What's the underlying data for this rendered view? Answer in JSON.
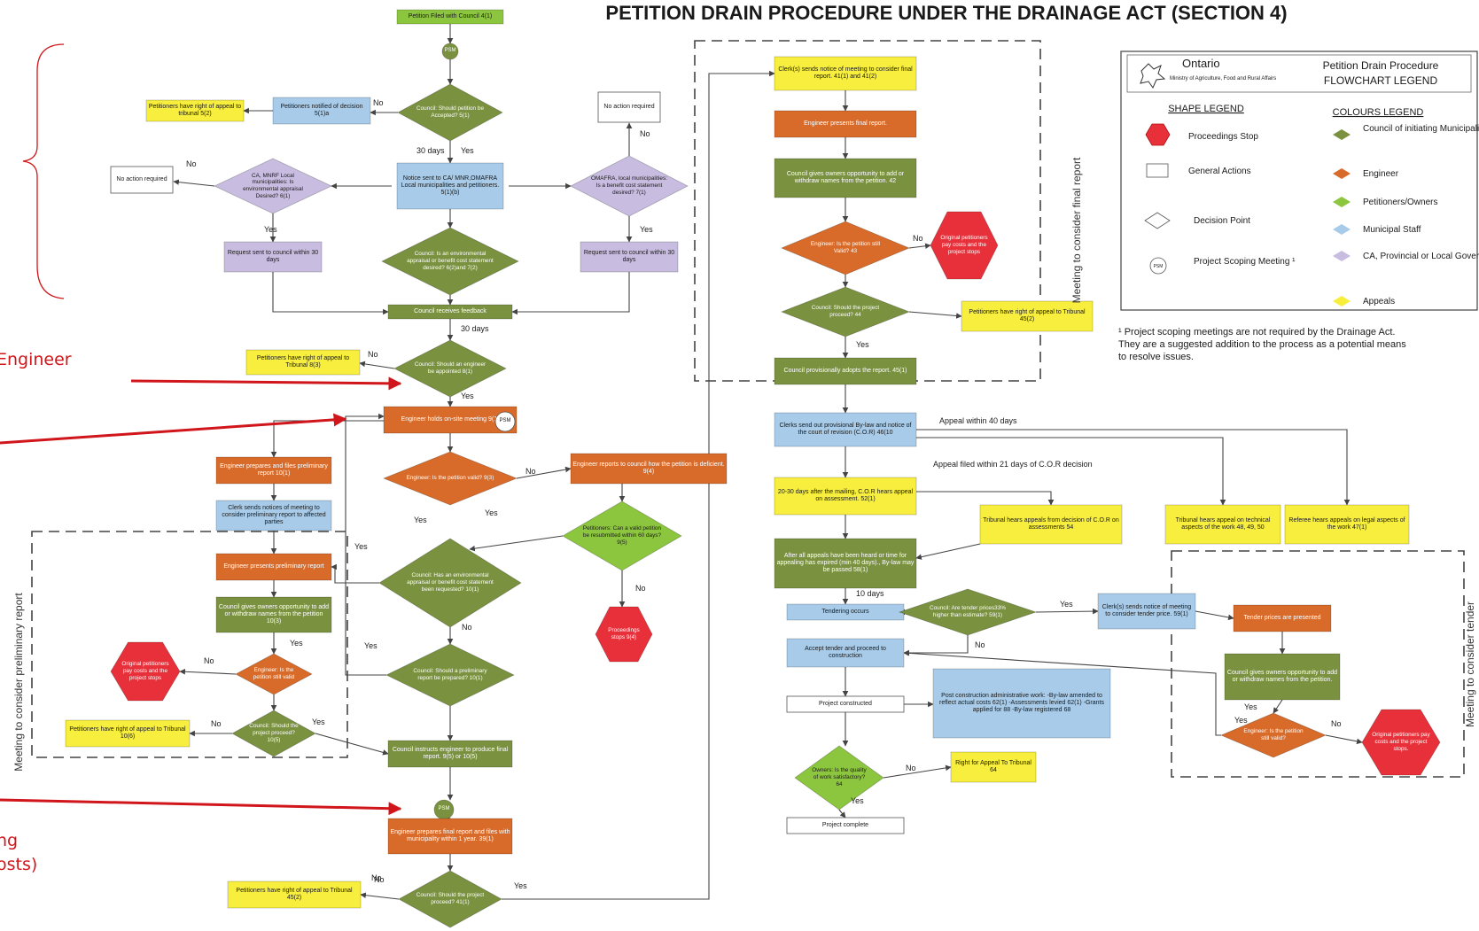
{
  "title": "PETITION DRAIN PROCEDURE UNDER THE DRAINAGE ACT (SECTION 4)",
  "colors": {
    "council": "#7a9140",
    "engineer": "#d86b2a",
    "petitioners": "#8cc63e",
    "staff": "#a7cbe9",
    "government": "#c8bde0",
    "appeals": "#f7ee3d",
    "stop": "#e8303a",
    "general": "#ffffff",
    "annotation": "#d0161b"
  },
  "legend": {
    "org": "Ontario",
    "ministry": "Ministry of Agriculture, Food and Rural Affairs",
    "title_line1": "Petition Drain Procedure",
    "title_line2": "FLOWCHART LEGEND",
    "shape_heading": "SHAPE LEGEND",
    "colour_heading": "COLOURS LEGEND",
    "shapes": [
      "Proceedings Stop",
      "General Actions",
      "Decision Point",
      "Project Scoping Meeting ¹"
    ],
    "colours": [
      "Council of initiating Municipality",
      "Engineer",
      "Petitioners/Owners",
      "Municipal Staff",
      "CA, Provincial or Local Governments",
      "Appeals"
    ],
    "footnote": "¹ Project scoping meetings are not required by the Drainage Act. They are a suggested addition to the process as a potential means to resolve issues."
  },
  "group_labels": {
    "preliminary": "Meeting to consider preliminary report",
    "final": "Meeting to consider final report",
    "tender": "Meeting to consider tender"
  },
  "annotations": [
    "Engineer",
    "ng",
    "osts)"
  ],
  "nodes": [
    {
      "id": "n1",
      "shape": "rect",
      "role": "petitioners",
      "text": "Petition Filed with Council 4(1)"
    },
    {
      "id": "psm1",
      "shape": "circle",
      "role": "council",
      "text": "PSM"
    },
    {
      "id": "d1",
      "shape": "diamond",
      "role": "council",
      "text": "Council: Should petition be Accepted? 5(1)"
    },
    {
      "id": "n2",
      "shape": "rect",
      "role": "staff",
      "text": "Petitioners notified of decision 5(1)a"
    },
    {
      "id": "n3",
      "shape": "rect",
      "role": "appeals",
      "text": "Petitioners have right of appeal to tribunal 5(2)"
    },
    {
      "id": "n4",
      "shape": "rect",
      "role": "staff",
      "text": "Notice sent to CA/ MNR,OMAFRA Local municipalities and petitioners. 5(1)(b)"
    },
    {
      "id": "d2",
      "shape": "diamond",
      "role": "government",
      "text": "CA, MNRF Local municipalities: Is environmental appraisal Desired? 6(1)"
    },
    {
      "id": "n5",
      "shape": "rect",
      "role": "general",
      "text": "No action required"
    },
    {
      "id": "d3",
      "shape": "diamond",
      "role": "government",
      "text": "OMAFRA, local municipalities: Is a benefit cost statement desired? 7(1)"
    },
    {
      "id": "n6",
      "shape": "rect",
      "role": "general",
      "text": "No action required"
    },
    {
      "id": "d4",
      "shape": "diamond",
      "role": "council",
      "text": "Council: Is an environmental appraisal or benefit cost statement desired? 6(2)and 7(2)"
    },
    {
      "id": "n7",
      "shape": "rect",
      "role": "government",
      "text": "Request sent to council within 30 days"
    },
    {
      "id": "n8",
      "shape": "rect",
      "role": "government",
      "text": "Request sent to council within 30 days"
    },
    {
      "id": "n9",
      "shape": "rect",
      "role": "council",
      "text": "Council receives feedback"
    },
    {
      "id": "d5",
      "shape": "diamond",
      "role": "council",
      "text": "Council: Should an engineer be appointed 8(1)"
    },
    {
      "id": "n10",
      "shape": "rect",
      "role": "appeals",
      "text": "Petitioners have right of appeal to Tribunal 8(3)"
    },
    {
      "id": "n11",
      "shape": "rect",
      "role": "engineer",
      "text": "Engineer holds on-site meeting 9(1)"
    },
    {
      "id": "psm2",
      "shape": "circle",
      "role": "general",
      "text": "PSM"
    },
    {
      "id": "d6",
      "shape": "diamond",
      "role": "engineer",
      "text": "Engineer: Is the petition valid? 9(3)"
    },
    {
      "id": "n12",
      "shape": "rect",
      "role": "engineer",
      "text": "Engineer reports to council how the petition is deficient. 9(4)"
    },
    {
      "id": "d7",
      "shape": "diamond",
      "role": "petitioners",
      "text": "Petitioners: Can a valid petition be resubmitted within 60 days? 9(5)"
    },
    {
      "id": "h1",
      "shape": "hexagon",
      "role": "stop",
      "text": "Proceedings stops 9(4)"
    },
    {
      "id": "n13",
      "shape": "rect",
      "role": "engineer",
      "text": "Engineer prepares and files preliminary report 10(1)"
    },
    {
      "id": "n14",
      "shape": "rect",
      "role": "staff",
      "text": "Clerk sends notices of meeting to consider preliminary report to affected parties"
    },
    {
      "id": "n15",
      "shape": "rect",
      "role": "engineer",
      "text": "Engineer presents preliminary report"
    },
    {
      "id": "n16",
      "shape": "rect",
      "role": "council",
      "text": "Council gives owners opportunity to add or withdraw names from the petition 10(3)"
    },
    {
      "id": "d8",
      "shape": "diamond",
      "role": "council",
      "text": "Council: Has an environmental appraisal or benefit cost statement been requested? 10(1)"
    },
    {
      "id": "d9",
      "shape": "diamond",
      "role": "engineer",
      "text": "Engineer: Is the petition still valid"
    },
    {
      "id": "h2",
      "shape": "hexagon",
      "role": "stop",
      "text": "Original petitioners pay costs and the project stops"
    },
    {
      "id": "d10",
      "shape": "diamond",
      "role": "council",
      "text": "Council: Should a preliminary report be prepared? 10(1)"
    },
    {
      "id": "d11",
      "shape": "diamond",
      "role": "council",
      "text": "Council: Should the project proceed? 10(5)"
    },
    {
      "id": "n17",
      "shape": "rect",
      "role": "appeals",
      "text": "Petitioners have right of appeal to Tribunal 10(6)"
    },
    {
      "id": "n18",
      "shape": "rect",
      "role": "council",
      "text": "Council instructs engineer to produce final report. 9(5) or 10(5)"
    },
    {
      "id": "psm3",
      "shape": "circle",
      "role": "council",
      "text": "PSM"
    },
    {
      "id": "n19",
      "shape": "rect",
      "role": "engineer",
      "text": "Engineer prepares final report and files with municipality within 1 year. 39(1)"
    },
    {
      "id": "d12",
      "shape": "diamond",
      "role": "council",
      "text": "Council: Should the project proceed? 41(1)"
    },
    {
      "id": "n20",
      "shape": "rect",
      "role": "appeals",
      "text": "Petitioners have right of appeal to Tribunal 45(2)"
    },
    {
      "id": "n21",
      "shape": "rect",
      "role": "appeals",
      "text": "Clerk(s) sends notice of meeting to consider final report. 41(1) and 41(2)"
    },
    {
      "id": "n22",
      "shape": "rect",
      "role": "engineer",
      "text": "Engineer presents final report."
    },
    {
      "id": "n23",
      "shape": "rect",
      "role": "council",
      "text": "Council gives owners opportunity to add or withdraw names from the petition. 42"
    },
    {
      "id": "d13",
      "shape": "diamond",
      "role": "engineer",
      "text": "Engineer: Is the petition still Valid? 43"
    },
    {
      "id": "h3",
      "shape": "hexagon",
      "role": "stop",
      "text": "Original petitioners pay costs and the project stops"
    },
    {
      "id": "d14",
      "shape": "diamond",
      "role": "council",
      "text": "Council: Should the project proceed? 44"
    },
    {
      "id": "n24",
      "shape": "rect",
      "role": "appeals",
      "text": "Petitioners have right of appeal to Tribunal 45(2)"
    },
    {
      "id": "n25",
      "shape": "rect",
      "role": "council",
      "text": "Council provisionally adopts the report. 45(1)"
    },
    {
      "id": "n26",
      "shape": "rect",
      "role": "staff",
      "text": "Clerks send out provisional By-law and notice of the court of revision (C.O.R) 46(10"
    },
    {
      "id": "n27",
      "shape": "rect",
      "role": "appeals",
      "text": "20-30 days after the mailing, C.O.R hears appeal on assessment. 52(1)"
    },
    {
      "id": "n28",
      "shape": "rect",
      "role": "appeals",
      "text": "Tribunal hears appeals from decision of C.O.R on assessments 54"
    },
    {
      "id": "n29",
      "shape": "rect",
      "role": "appeals",
      "text": "Tribunal hears appeal on technical aspects of the work 48, 49, 50"
    },
    {
      "id": "n30",
      "shape": "rect",
      "role": "appeals",
      "text": "Referee hears appeals on legal aspects of the work 47(1)"
    },
    {
      "id": "n31",
      "shape": "rect",
      "role": "council",
      "text": "After all appeals have been heard or time for appealing has expired (min 40 days)., By-law may be passed 58(1)"
    },
    {
      "id": "n32",
      "shape": "rect",
      "role": "staff",
      "text": "Tendering occurs"
    },
    {
      "id": "d15",
      "shape": "diamond",
      "role": "council",
      "text": "Council: Are tender prices33% higher than estimate? 59(1)"
    },
    {
      "id": "n33",
      "shape": "rect",
      "role": "staff",
      "text": "Clerk(s) sends notice of meeting to consider tender price. 59(1)"
    },
    {
      "id": "n34",
      "shape": "rect",
      "role": "engineer",
      "text": "Tender prices are presented"
    },
    {
      "id": "n35",
      "shape": "rect",
      "role": "council",
      "text": "Council gives owners opportunity to add or withdraw names from the petition."
    },
    {
      "id": "d16",
      "shape": "diamond",
      "role": "engineer",
      "text": "Engineer: Is the petition still valid?"
    },
    {
      "id": "h4",
      "shape": "hexagon",
      "role": "stop",
      "text": "Original petitioners pay costs and the project stops."
    },
    {
      "id": "n36",
      "shape": "rect",
      "role": "staff",
      "text": "Accept tender and proceed to construction"
    },
    {
      "id": "n37",
      "shape": "rect",
      "role": "general",
      "text": "Project constructed"
    },
    {
      "id": "n38",
      "shape": "rect",
      "role": "staff",
      "text": "Post construction administrative work: -By-law amended to reflect actual costs 62(1) -Assessments levied 62(1) -Grants applied for 88 -By-law registered 68"
    },
    {
      "id": "d17",
      "shape": "diamond",
      "role": "petitioners",
      "text": "Owners: Is the quality of work satisfactory? 64"
    },
    {
      "id": "n39",
      "shape": "rect",
      "role": "appeals",
      "text": "Right for Appeal To Tribunal 64"
    },
    {
      "id": "n40",
      "shape": "rect",
      "role": "general",
      "text": "Project complete"
    }
  ],
  "edge_labels": [
    {
      "id": "e1",
      "text": "No"
    },
    {
      "id": "e2",
      "text": "30 days"
    },
    {
      "id": "e3",
      "text": "Yes"
    },
    {
      "id": "e4",
      "text": "No"
    },
    {
      "id": "e5",
      "text": "Yes"
    },
    {
      "id": "e6",
      "text": "No"
    },
    {
      "id": "e7",
      "text": "Yes"
    },
    {
      "id": "e8",
      "text": "30 days"
    },
    {
      "id": "e9",
      "text": "No"
    },
    {
      "id": "e10",
      "text": "Yes"
    },
    {
      "id": "e11",
      "text": "No"
    },
    {
      "id": "e12",
      "text": "Yes"
    },
    {
      "id": "e13",
      "text": "Yes"
    },
    {
      "id": "e14",
      "text": "No"
    },
    {
      "id": "e15",
      "text": "Yes"
    },
    {
      "id": "e16",
      "text": "No"
    },
    {
      "id": "e17",
      "text": "Yes"
    },
    {
      "id": "e18",
      "text": "No"
    },
    {
      "id": "e19",
      "text": "Yes"
    },
    {
      "id": "e20",
      "text": "No"
    },
    {
      "id": "e21",
      "text": "Yes"
    },
    {
      "id": "e22",
      "text": "No"
    },
    {
      "id": "e23",
      "text": "No"
    },
    {
      "id": "e24",
      "text": "Yes"
    },
    {
      "id": "e25",
      "text": "No"
    },
    {
      "id": "e26",
      "text": "Yes"
    },
    {
      "id": "e27",
      "text": "Appeal within 40 days"
    },
    {
      "id": "e28",
      "text": "Appeal filed within 21 days of C.O.R decision"
    },
    {
      "id": "e29",
      "text": "10 days"
    },
    {
      "id": "e30",
      "text": "Yes"
    },
    {
      "id": "e31",
      "text": "No"
    },
    {
      "id": "e32",
      "text": "Yes"
    },
    {
      "id": "e33",
      "text": "Yes"
    },
    {
      "id": "e34",
      "text": "No"
    },
    {
      "id": "e35",
      "text": "No"
    },
    {
      "id": "e36",
      "text": "Yes"
    }
  ]
}
